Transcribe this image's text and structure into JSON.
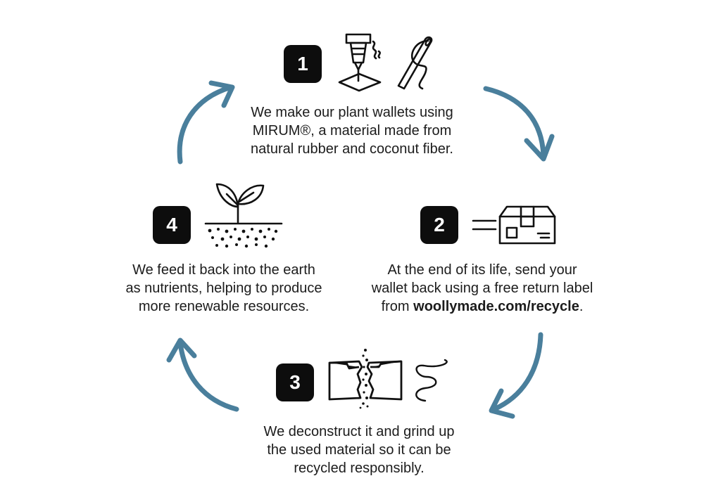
{
  "steps": [
    {
      "number": "1",
      "lines": [
        "We make our plant wallets using",
        "MIRUM®, a material made from",
        "natural rubber and coconut fiber."
      ],
      "icons": [
        "laser-cutter-icon",
        "needle-thread-icon"
      ]
    },
    {
      "number": "2",
      "lines": [
        "At the end of its life, send your",
        "wallet back using a free return label"
      ],
      "line3_prefix": "from ",
      "line3_bold": "woollymade.com/recycle",
      "line3_suffix": ".",
      "icons": [
        "shipping-box-icon"
      ]
    },
    {
      "number": "3",
      "lines": [
        "We deconstruct it and grind up",
        "the used material so it can be",
        "recycled responsibly."
      ],
      "icons": [
        "torn-wallet-icon",
        "fiber-strand-icon"
      ]
    },
    {
      "number": "4",
      "lines": [
        "We feed it back into the earth",
        "as nutrients, helping to produce",
        "more renewable resources."
      ],
      "icons": [
        "sprout-icon"
      ]
    }
  ],
  "colors": {
    "arrow": "#4a7f9c",
    "badge": "#0d0d0d",
    "text": "#1c1c1c"
  }
}
